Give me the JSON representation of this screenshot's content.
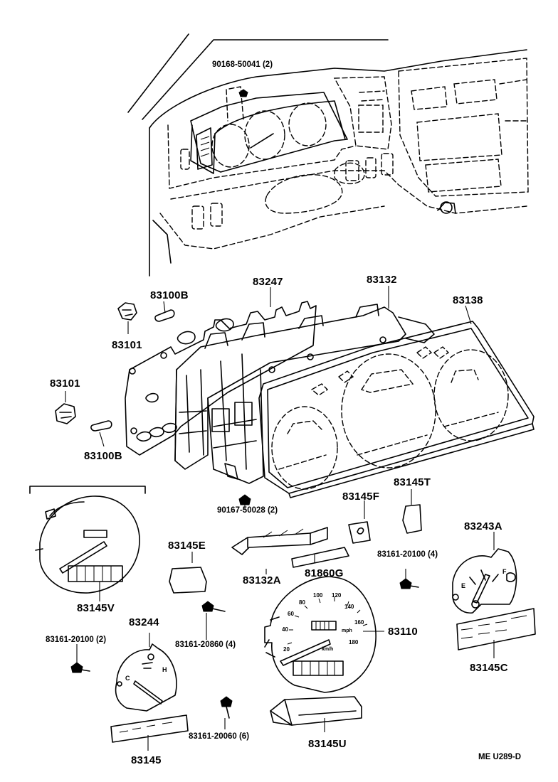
{
  "labels": {
    "p90168_50041": "90168-50041 (2)",
    "p83100B_top": "83100B",
    "p83247": "83247",
    "p83132": "83132",
    "p83138": "83138",
    "p83101_top": "83101",
    "p83101_left": "83101",
    "p83100B_left": "83100B",
    "p90167_50028": "90167-50028 (2)",
    "p83145T": "83145T",
    "p83145F": "83145F",
    "p83145E": "83145E",
    "p83145V": "83145V",
    "p83243A": "83243A",
    "p83132A": "83132A",
    "p81860G": "81860G",
    "p83161_20100_4": "83161-20100 (4)",
    "p83244": "83244",
    "p83161_20100_2": "83161-20100 (2)",
    "p83161_20860_4": "83161-20860 (4)",
    "p83110": "83110",
    "p83145C": "83145C",
    "p83161_20060_6": "83161-20060 (6)",
    "p83145": "83145",
    "p83145U": "83145U",
    "code": "ME  U289-D"
  },
  "dial_text": {
    "speedo": [
      "20",
      "40",
      "60",
      "80",
      "100",
      "120",
      "140",
      "160",
      "180",
      "km/h",
      "mph"
    ],
    "fuel": [
      "E",
      "F"
    ],
    "temp": [
      "C",
      "H"
    ]
  }
}
